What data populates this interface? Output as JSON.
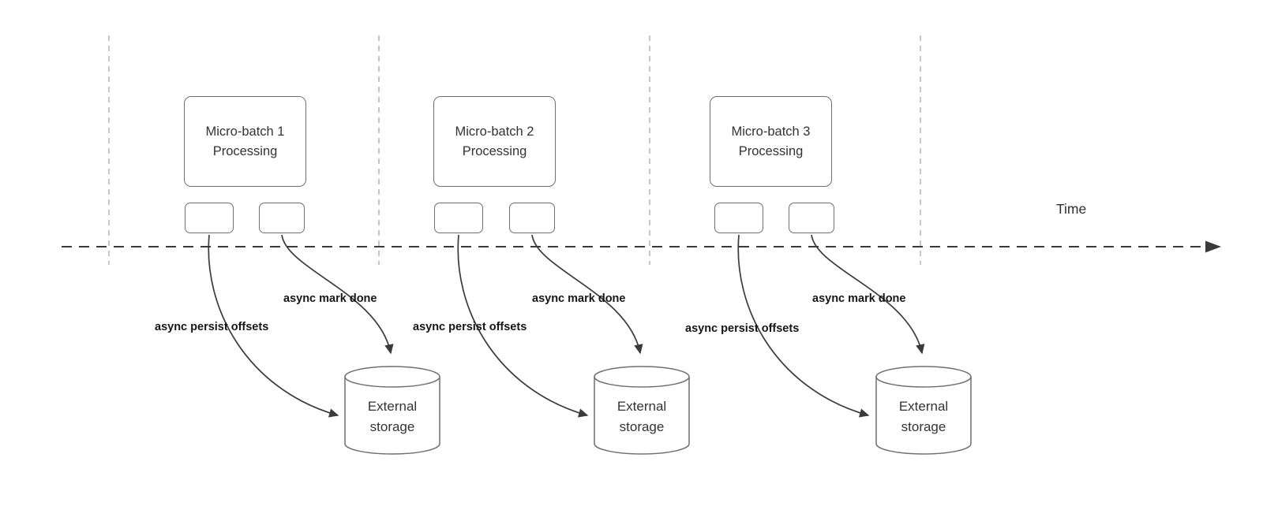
{
  "diagram": {
    "time_label": "Time",
    "groups": [
      {
        "title": "Micro-batch 1 Processing",
        "persist_label": "async persist offsets",
        "done_label": "async mark done",
        "storage_label": "External storage"
      },
      {
        "title": "Micro-batch 2 Processing",
        "persist_label": "async persist offsets",
        "done_label": "async mark done",
        "storage_label": "External storage"
      },
      {
        "title": "Micro-batch 3 Processing",
        "persist_label": "async persist offsets",
        "done_label": "async mark done",
        "storage_label": "External storage"
      }
    ]
  }
}
